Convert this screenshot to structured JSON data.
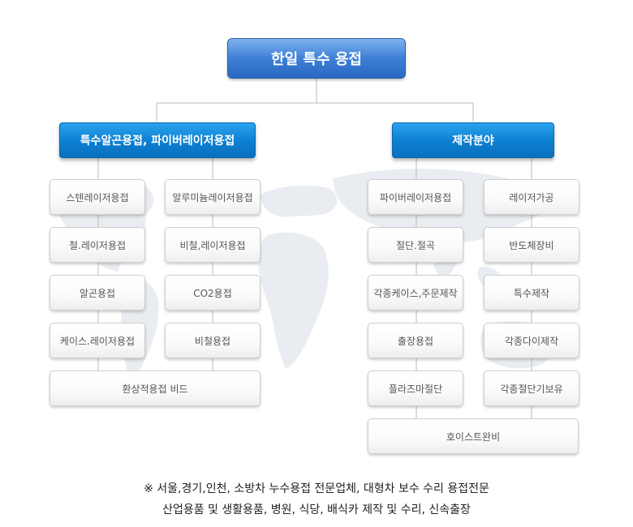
{
  "root": "한일 특수 용접",
  "categories": {
    "left": "특수알곤용접, 파이버레이저용접",
    "right": "제작분야"
  },
  "left_items": [
    "스텐레이저용접",
    "알루미늄레이저용접",
    "철.레이저용접",
    "비철,레이저용접",
    "알곤용접",
    "CO2용접",
    "케이스.레이저용접",
    "비철용접",
    "환상적용접 비드"
  ],
  "right_items": [
    "파이버레이저용접",
    "레이저가공",
    "절단.절곡",
    "반도체장비",
    "각종케이스,주문제작",
    "특수제작",
    "출장용접",
    "각종다이제작",
    "플라즈마절단",
    "각종절단기보유",
    "호이스트완비"
  ],
  "footer": {
    "line1": "※  서울,경기,인천, 소방차 누수용접 전문업체, 대형차 보수 수리 용접전문",
    "line2": "산업용품 및 생활용품, 병원, 식당, 배식카 제작 및 수리, 신속출장"
  },
  "colors": {
    "root_blue": "#3d7fd6",
    "category_blue": "#0d7fd0",
    "item_text": "#555555",
    "map_gray": "#e9edf1"
  }
}
